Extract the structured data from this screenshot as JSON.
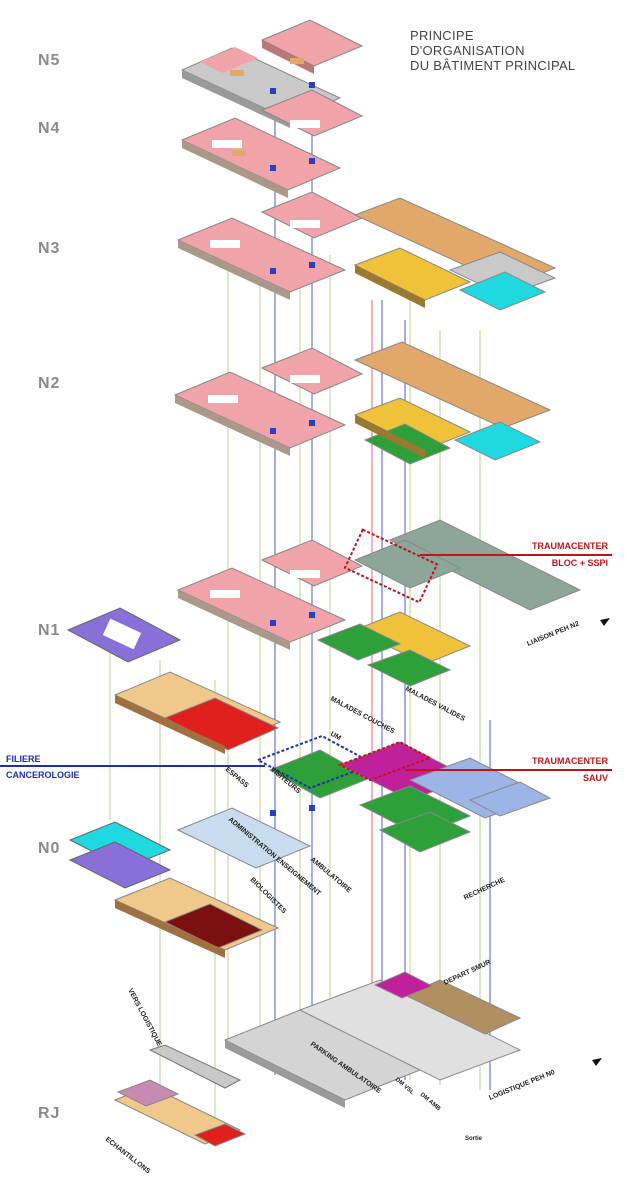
{
  "title": {
    "line1": "PRINCIPE",
    "line2": "D'ORGANISATION",
    "line3": "DU BÂTIMENT PRINCIPAL"
  },
  "levels": [
    "N5",
    "N4",
    "N3",
    "N2",
    "N1",
    "N0",
    "RJ"
  ],
  "callouts": {
    "traumacenter_bloc_title": "TRAUMACENTER",
    "traumacenter_bloc_sub": "BLOC + SSPI",
    "traumacenter_sauv_title": "TRAUMACENTER",
    "traumacenter_sauv_sub": "SAUV",
    "filiere_line1": "FILIERE",
    "filiere_line2": "CANCEROLOGIE",
    "liaison_n2": "LIAISON PEH N2",
    "malades_couches": "MALADES COUCHES",
    "malades_valides": "MALADES VALIDES",
    "depart_smur": "DEPART SMUR",
    "logistique_n0": "LOGISTIQUE PEH N0",
    "vers_logistique": "VERS LOGISTIQUE",
    "parking_ambulatoire": "PARKING AMBULATOIRE",
    "echantillons": "ECHANTILLONS",
    "sortie": "Sortie",
    "administration": "ADMINISTRATION ENSEIGNEMENT",
    "biologistes": "BIOLOGISTES",
    "espass": "ESPASS",
    "visiteurs": "VISITEURS",
    "ambulatoire": "AMBULATOIRE",
    "recherche": "RECHERCHE",
    "um": "UM",
    "dm_vsl": "DM VSL",
    "dm_amb": "DM AMB"
  },
  "colors": {
    "hospitalisation": "#f0a3a8",
    "plateau_technique": "#e2a86a",
    "consultations": "#f0c23a",
    "imagerie": "#9db5e6",
    "bloc": "#8ea59a",
    "urgences": "#c0209a",
    "ambulatoire_green": "#2ea03a",
    "biologie_red": "#e0201c",
    "accueil_violet": "#8870d8",
    "reanimation_cyan": "#1fd8e0",
    "logistique_grey": "#cfcfcf",
    "admin_lightblue": "#c9dcef",
    "traumacenter_red": "#c0141a",
    "filiere_blue": "#1c2fb0"
  }
}
